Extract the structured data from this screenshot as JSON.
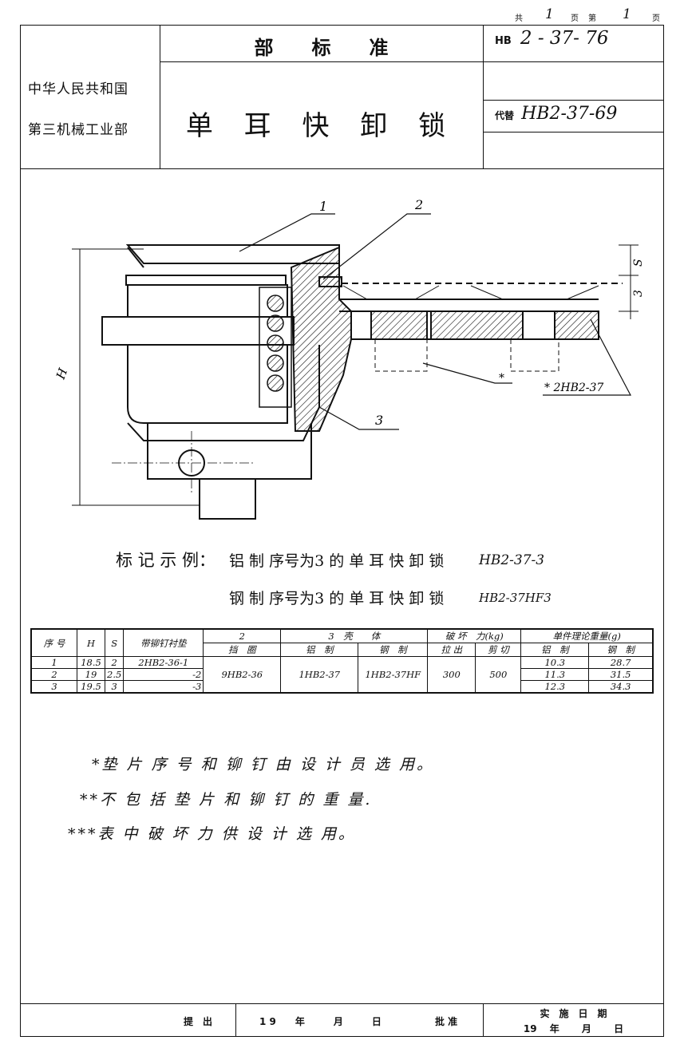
{
  "page_counter": {
    "total_prefix": "共",
    "total": "1",
    "total_suffix": "页",
    "current_prefix": "第",
    "current": "1",
    "current_suffix": "页"
  },
  "header": {
    "issuer_line1": "中华人民共和国",
    "issuer_line2": "第三机械工业部",
    "standard_type": "部　　标　　准",
    "title": "单 耳 快 卸 锁",
    "code_prefix": "HB",
    "code": "2 - 37- 76",
    "replace_prefix": "代替",
    "replace_code": "HB2-37-69"
  },
  "drawing": {
    "callouts": [
      "1",
      "2",
      "3"
    ],
    "dims": {
      "h": "H",
      "s": "S",
      "three": "3"
    },
    "note_label": "* 2HB2-37",
    "star": "*"
  },
  "example": {
    "label": "标 记 示 例：",
    "line1_text": "铝 制 序号为3 的 单 耳 快 卸 锁",
    "line1_code": "HB2-37-3",
    "line2_text": "钢 制 序号为3 的 单 耳 快 卸 锁",
    "line2_code": "HB2-37HF3"
  },
  "table": {
    "h_seq": "序 号",
    "h_H": "H",
    "h_S": "S",
    "h_rivet": "带铆钉衬垫",
    "h_2": "2",
    "h_3": "3　壳　　体",
    "h_force": "破 坏　力(kg)",
    "h_weight": "单件理论重量(g)",
    "sub_2": "挡　圈",
    "sub_3a": "铝　制",
    "sub_3b": "钢　制",
    "sub_fa": "拉 出",
    "sub_fb": "剪 切",
    "sub_wa": "铝　制",
    "sub_wb": "钢　制",
    "rows": [
      {
        "seq": "1",
        "H": "18.5",
        "S": "2",
        "rivet": "2HB2-36-1",
        "wa": "10.3",
        "wb": "28.7"
      },
      {
        "seq": "2",
        "H": "19",
        "S": "2.5",
        "rivet": "-2",
        "wa": "11.3",
        "wb": "31.5"
      },
      {
        "seq": "3",
        "H": "19.5",
        "S": "3",
        "rivet": "-3",
        "wa": "12.3",
        "wb": "34.3"
      }
    ],
    "merged": {
      "c2": "9HB2-36",
      "c3a": "1HB2-37",
      "c3b": "1HB2-37HF",
      "fa": "300",
      "fb": "500"
    }
  },
  "notes": [
    "*垫 片 序 号 和 铆 钉 由 设 计 员 选 用。",
    "**不 包 括 垫 片 和 铆 钉 的 重 量.",
    "***表 中 破 坏 力 供 设 计 选 用。"
  ],
  "footer": {
    "proposer": "提　出",
    "date_text": "1 9　　年　　　月　　　日",
    "approve": "批 准",
    "impl": "实　施　日　期",
    "impl_date": "19　 年　　 月　　 日"
  }
}
